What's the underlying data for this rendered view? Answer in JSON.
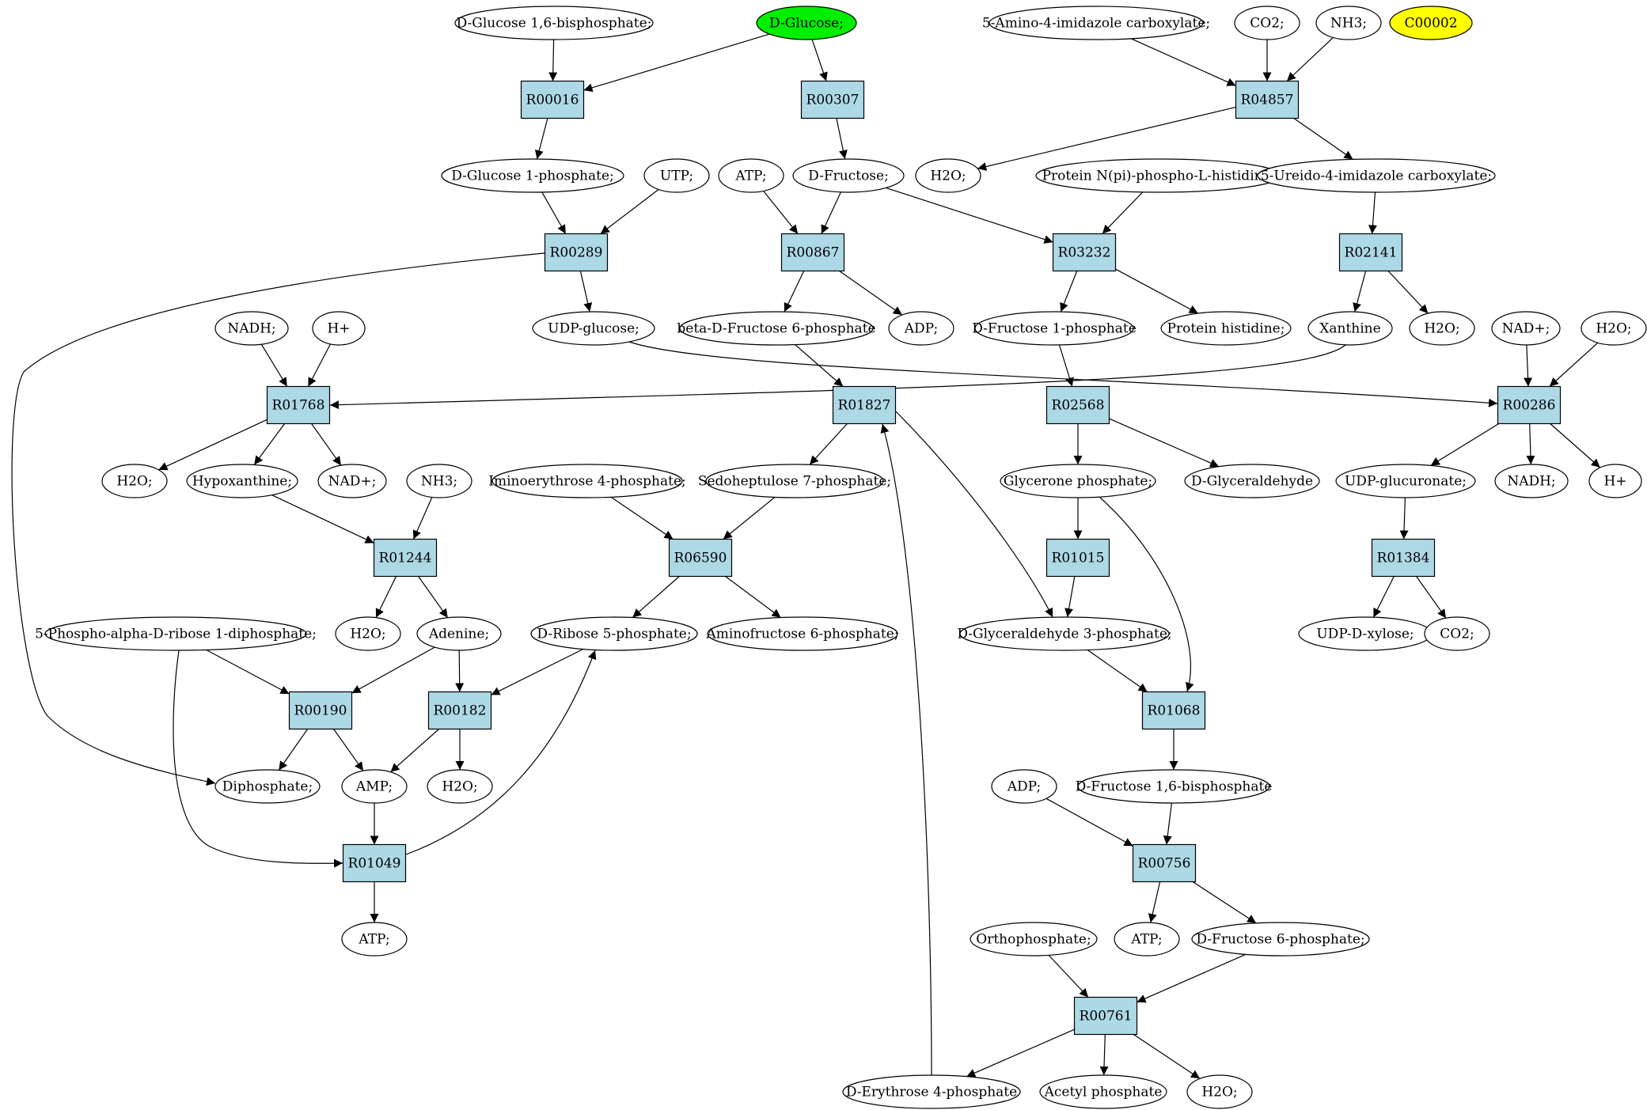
{
  "colors": {
    "compound_fill": "#ffffff",
    "reaction_fill": "#add8e6",
    "start_fill": "#00ee00",
    "highlight_fill": "#ffff00",
    "stroke": "#000000"
  },
  "compounds": {
    "d_glucose_16bp": "D-Glucose 1,6-bisphosphate;",
    "d_glucose": "D-Glucose;",
    "amino_imidazole": "5-Amino-4-imidazole carboxylate;",
    "co2_top": "CO2;",
    "nh3_top": "NH3;",
    "c00002": "C00002",
    "d_glucose_1p": "D-Glucose 1-phosphate;",
    "utp": "UTP;",
    "atp_1": "ATP;",
    "d_fructose": "D-Fructose;",
    "h2o_1": "H2O;",
    "protein_phospho_his": "Protein N(pi)-phospho-L-histidine;",
    "ureido_imidazole": "5-Ureido-4-imidazole carboxylate;",
    "udp_glucose": "UDP-glucose;",
    "beta_fructose_6p": "beta-D-Fructose 6-phosphate",
    "adp_1": "ADP;",
    "fructose_1p": "D-Fructose 1-phosphate",
    "protein_histidine": "Protein histidine;",
    "xanthine": "Xanthine",
    "h2o_2": "H2O;",
    "nad_plus_1": "NAD+;",
    "h2o_3": "H2O;",
    "nadh_1": "NADH;",
    "h_plus_1": "H+",
    "h2o_4": "H2O;",
    "hypoxanthine": "Hypoxanthine;",
    "nad_plus_2": "NAD+;",
    "nh3_2": "NH3;",
    "iminoerythrose_4p": "Iminoerythrose 4-phosphate;",
    "sedoheptulose_7p": "Sedoheptulose 7-phosphate;",
    "glycerone_phosphate": "Glycerone phosphate;",
    "d_glyceraldehyde": "D-Glyceraldehyde",
    "udp_glucuronate": "UDP-glucuronate;",
    "nadh_2": "NADH;",
    "h_plus_2": "H+",
    "prpp": "5-Phospho-alpha-D-ribose 1-diphosphate;",
    "h2o_5": "H2O;",
    "adenine": "Adenine;",
    "ribose_5p": "D-Ribose 5-phosphate;",
    "aminofructose_6p": "Aminofructose 6-phosphate;",
    "glyceraldehyde_3p": "D-Glyceraldehyde 3-phosphate;",
    "udp_xylose": "UDP-D-xylose;",
    "co2_2": "CO2;",
    "diphosphate": "Diphosphate;",
    "amp": "AMP;",
    "h2o_6": "H2O;",
    "adp_2": "ADP;",
    "fructose_16bp": "D-Fructose 1,6-bisphosphate",
    "atp_2": "ATP;",
    "orthophosphate": "Orthophosphate;",
    "atp_3": "ATP;",
    "fructose_6p": "D-Fructose 6-phosphate;",
    "erythrose_4p": "D-Erythrose 4-phosphate",
    "acetyl_phosphate": "Acetyl phosphate",
    "h2o_7": "H2O;"
  },
  "reactions": {
    "R00016": "R00016",
    "R00307": "R00307",
    "R04857": "R04857",
    "R00289": "R00289",
    "R00867": "R00867",
    "R03232": "R03232",
    "R02141": "R02141",
    "R01768": "R01768",
    "R01827": "R01827",
    "R02568": "R02568",
    "R00286": "R00286",
    "R01244": "R01244",
    "R06590": "R06590",
    "R01015": "R01015",
    "R01384": "R01384",
    "R00190": "R00190",
    "R00182": "R00182",
    "R01068": "R01068",
    "R01049": "R01049",
    "R00756": "R00756",
    "R00761": "R00761"
  },
  "edges": [
    [
      "d_glucose_16bp",
      "R00016"
    ],
    [
      "d_glucose",
      "R00016"
    ],
    [
      "d_glucose",
      "R00307"
    ],
    [
      "amino_imidazole",
      "R04857"
    ],
    [
      "co2_top",
      "R04857"
    ],
    [
      "nh3_top",
      "R04857"
    ],
    [
      "R00016",
      "d_glucose_1p"
    ],
    [
      "R00307",
      "d_fructose"
    ],
    [
      "R04857",
      "h2o_1"
    ],
    [
      "R04857",
      "ureido_imidazole"
    ],
    [
      "d_glucose_1p",
      "R00289"
    ],
    [
      "utp",
      "R00289"
    ],
    [
      "atp_1",
      "R00867"
    ],
    [
      "d_fructose",
      "R00867"
    ],
    [
      "d_fructose",
      "R03232"
    ],
    [
      "protein_phospho_his",
      "R03232"
    ],
    [
      "ureido_imidazole",
      "R02141"
    ],
    [
      "R00289",
      "udp_glucose"
    ],
    [
      "R00289",
      "diphosphate"
    ],
    [
      "R00867",
      "beta_fructose_6p"
    ],
    [
      "R00867",
      "adp_1"
    ],
    [
      "R03232",
      "fructose_1p"
    ],
    [
      "R03232",
      "protein_histidine"
    ],
    [
      "R02141",
      "xanthine"
    ],
    [
      "R02141",
      "h2o_2"
    ],
    [
      "nadh_1",
      "R01768"
    ],
    [
      "h_plus_1",
      "R01768"
    ],
    [
      "xanthine",
      "R01768"
    ],
    [
      "udp_glucose",
      "R00286"
    ],
    [
      "beta_fructose_6p",
      "R01827"
    ],
    [
      "fructose_1p",
      "R02568"
    ],
    [
      "nad_plus_1",
      "R00286"
    ],
    [
      "h2o_3",
      "R00286"
    ],
    [
      "R01768",
      "h2o_4"
    ],
    [
      "R01768",
      "hypoxanthine"
    ],
    [
      "R01768",
      "nad_plus_2"
    ],
    [
      "R01827",
      "sedoheptulose_7p"
    ],
    [
      "R01827",
      "glyceraldehyde_3p"
    ],
    [
      "R02568",
      "glycerone_phosphate"
    ],
    [
      "R02568",
      "d_glyceraldehyde"
    ],
    [
      "R00286",
      "udp_glucuronate"
    ],
    [
      "R00286",
      "nadh_2"
    ],
    [
      "R00286",
      "h_plus_2"
    ],
    [
      "hypoxanthine",
      "R01244"
    ],
    [
      "nh3_2",
      "R01244"
    ],
    [
      "iminoerythrose_4p",
      "R06590"
    ],
    [
      "sedoheptulose_7p",
      "R06590"
    ],
    [
      "glycerone_phosphate",
      "R01015"
    ],
    [
      "glycerone_phosphate",
      "R01068"
    ],
    [
      "udp_glucuronate",
      "R01384"
    ],
    [
      "R01244",
      "h2o_5"
    ],
    [
      "R01244",
      "adenine"
    ],
    [
      "R06590",
      "ribose_5p"
    ],
    [
      "R06590",
      "aminofructose_6p"
    ],
    [
      "R01015",
      "glyceraldehyde_3p"
    ],
    [
      "R01384",
      "udp_xylose"
    ],
    [
      "R01384",
      "co2_2"
    ],
    [
      "prpp",
      "R00190"
    ],
    [
      "prpp",
      "R01049"
    ],
    [
      "adenine",
      "R00190"
    ],
    [
      "adenine",
      "R00182"
    ],
    [
      "ribose_5p",
      "R00182"
    ],
    [
      "glyceraldehyde_3p",
      "R01068"
    ],
    [
      "R00190",
      "diphosphate"
    ],
    [
      "R00190",
      "amp"
    ],
    [
      "R00182",
      "amp"
    ],
    [
      "R00182",
      "h2o_6"
    ],
    [
      "R01068",
      "fructose_16bp"
    ],
    [
      "amp",
      "R01049"
    ],
    [
      "R01049",
      "ribose_5p"
    ],
    [
      "R01049",
      "atp_2"
    ],
    [
      "adp_2",
      "R00756"
    ],
    [
      "fructose_16bp",
      "R00756"
    ],
    [
      "R00756",
      "atp_3"
    ],
    [
      "R00756",
      "fructose_6p"
    ],
    [
      "orthophosphate",
      "R00761"
    ],
    [
      "fructose_6p",
      "R00761"
    ],
    [
      "R00761",
      "erythrose_4p"
    ],
    [
      "R00761",
      "acetyl_phosphate"
    ],
    [
      "R00761",
      "h2o_7"
    ],
    [
      "erythrose_4p",
      "R01827"
    ]
  ]
}
